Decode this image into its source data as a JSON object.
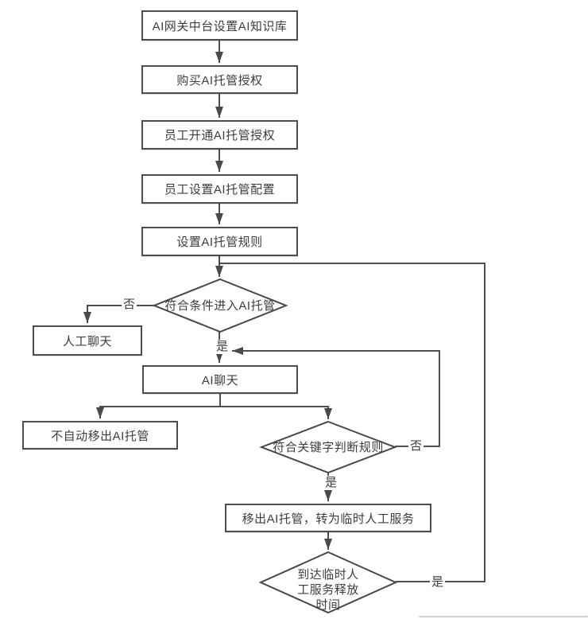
{
  "diagram": {
    "nodes": {
      "setup_kb": {
        "label": "AI网关中台设置AI知识库",
        "type": "process"
      },
      "buy_auth": {
        "label": "购买AI托管授权",
        "type": "process"
      },
      "staff_enable": {
        "label": "员工开通AI托管授权",
        "type": "process"
      },
      "staff_config": {
        "label": "员工设置AI托管配置",
        "type": "process"
      },
      "set_rules": {
        "label": "设置AI托管规则",
        "type": "process"
      },
      "check_enter": {
        "label": "符合条件进入AI托管",
        "type": "decision"
      },
      "manual_chat": {
        "label": "人工聊天",
        "type": "process"
      },
      "ai_chat": {
        "label": "AI聊天",
        "type": "process"
      },
      "no_auto_remove": {
        "label": "不自动移出AI托管",
        "type": "process"
      },
      "check_keyword": {
        "label": "符合关键字判断规则",
        "type": "decision"
      },
      "remove_to_manual": {
        "label": "移出AI托管，转为临时人工服务",
        "type": "process"
      },
      "check_release": {
        "label": "到达临时人工服务释放时间",
        "type": "decision"
      }
    },
    "edge_labels": {
      "enter_no": "否",
      "enter_yes": "是",
      "keyword_no": "否",
      "keyword_yes": "是",
      "release_yes": "是"
    },
    "colors": {
      "line": "#4f4f4f",
      "box_border": "#4d4d4d",
      "text": "#3d3d3d",
      "background": "#ffffff",
      "divider": "#cfcfcf"
    }
  }
}
